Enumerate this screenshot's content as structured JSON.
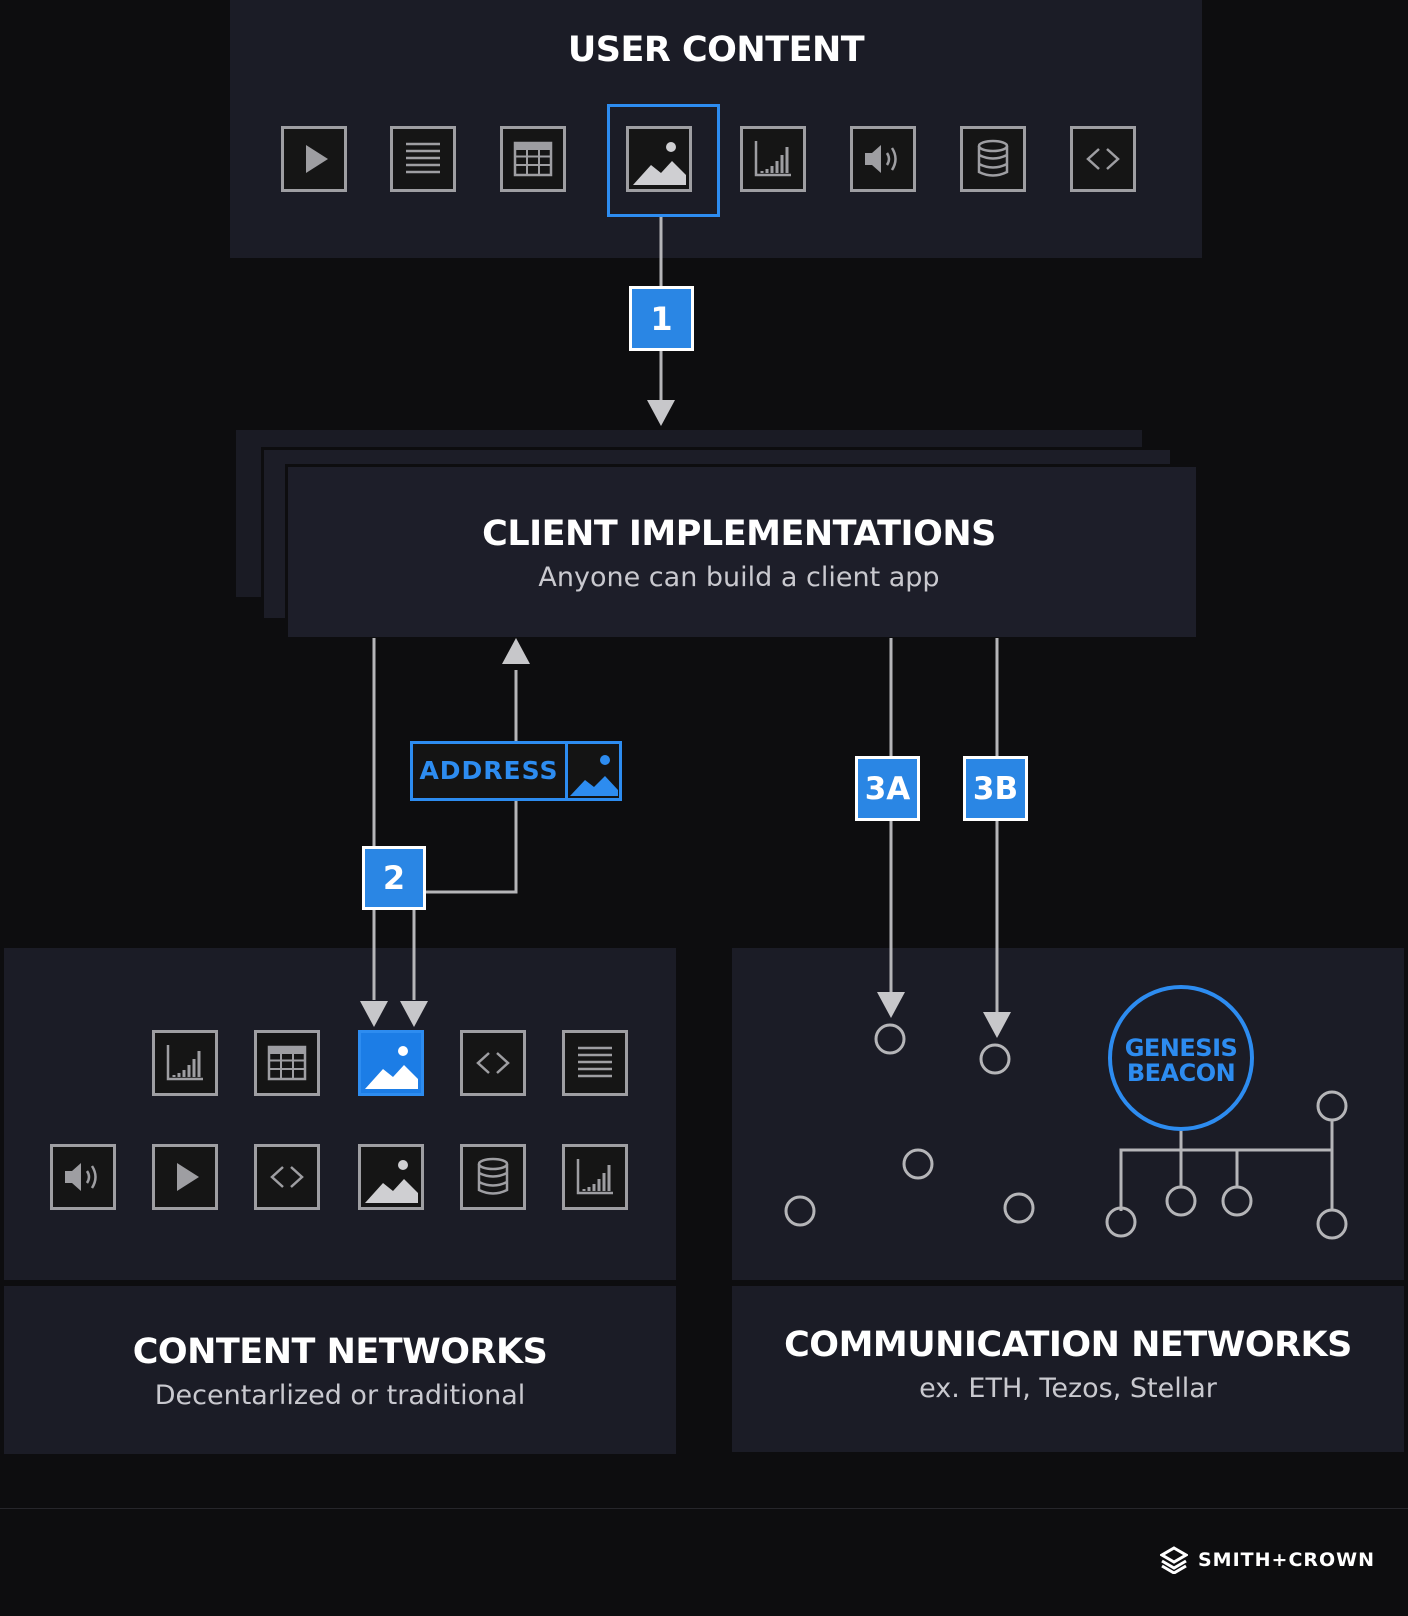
{
  "user_content": {
    "title": "USER CONTENT"
  },
  "client_implementations": {
    "title": "CLIENT IMPLEMENTATIONS",
    "subtitle": "Anyone can build a client app"
  },
  "content_networks": {
    "title": "CONTENT NETWORKS",
    "subtitle": "Decentarlized or traditional"
  },
  "communication_networks": {
    "title": "COMMUNICATION NETWORKS",
    "subtitle": "ex. ETH, Tezos, Stellar"
  },
  "steps": {
    "s1": "1",
    "s2": "2",
    "s3a": "3A",
    "s3b": "3B"
  },
  "address_tag": {
    "label": "ADDRESS"
  },
  "genesis": {
    "line1": "GENESIS",
    "line2": "BEACON"
  },
  "brand": {
    "name": "SMITH+CROWN"
  },
  "icons": {
    "user_row": [
      "play-icon",
      "text-icon",
      "table-icon",
      "image-icon",
      "chart-icon",
      "audio-icon",
      "database-icon",
      "code-icon"
    ],
    "content_row1": [
      "chart-icon",
      "table-icon",
      "image-icon",
      "code-icon",
      "text-icon"
    ],
    "content_row2": [
      "audio-icon",
      "play-icon",
      "code-icon",
      "image-icon",
      "database-icon",
      "chart-icon"
    ]
  },
  "colors": {
    "accent": "#2d8cf0",
    "panel": "#1b1c26",
    "background": "#0d0d0f",
    "line": "#b5b5b8"
  }
}
